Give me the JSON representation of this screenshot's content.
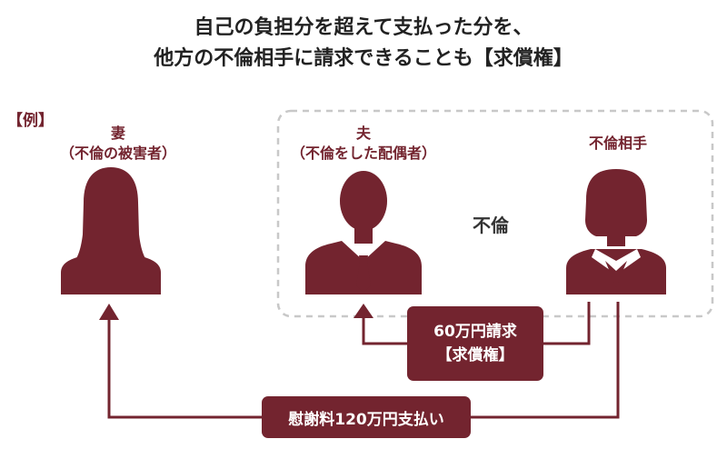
{
  "title": {
    "line1": "自己の負担分を超えて支払った分を、",
    "line2": "他方の不倫相手に請求できることも【求償権】"
  },
  "example_label": "【例】",
  "wife": {
    "name": "妻",
    "role": "（不倫の被害者）"
  },
  "husband": {
    "name": "夫",
    "role": "（不倫をした配偶者）"
  },
  "partner": {
    "name": "不倫相手"
  },
  "affair_label": "不倫",
  "claim_box": {
    "line1": "60万円請求",
    "line2": "【求償権】"
  },
  "payment_box": {
    "label": "慰謝料120万円支払い"
  },
  "colors": {
    "accent": "#73242f",
    "dashed_border": "#c8c8c8",
    "text": "#222222"
  }
}
